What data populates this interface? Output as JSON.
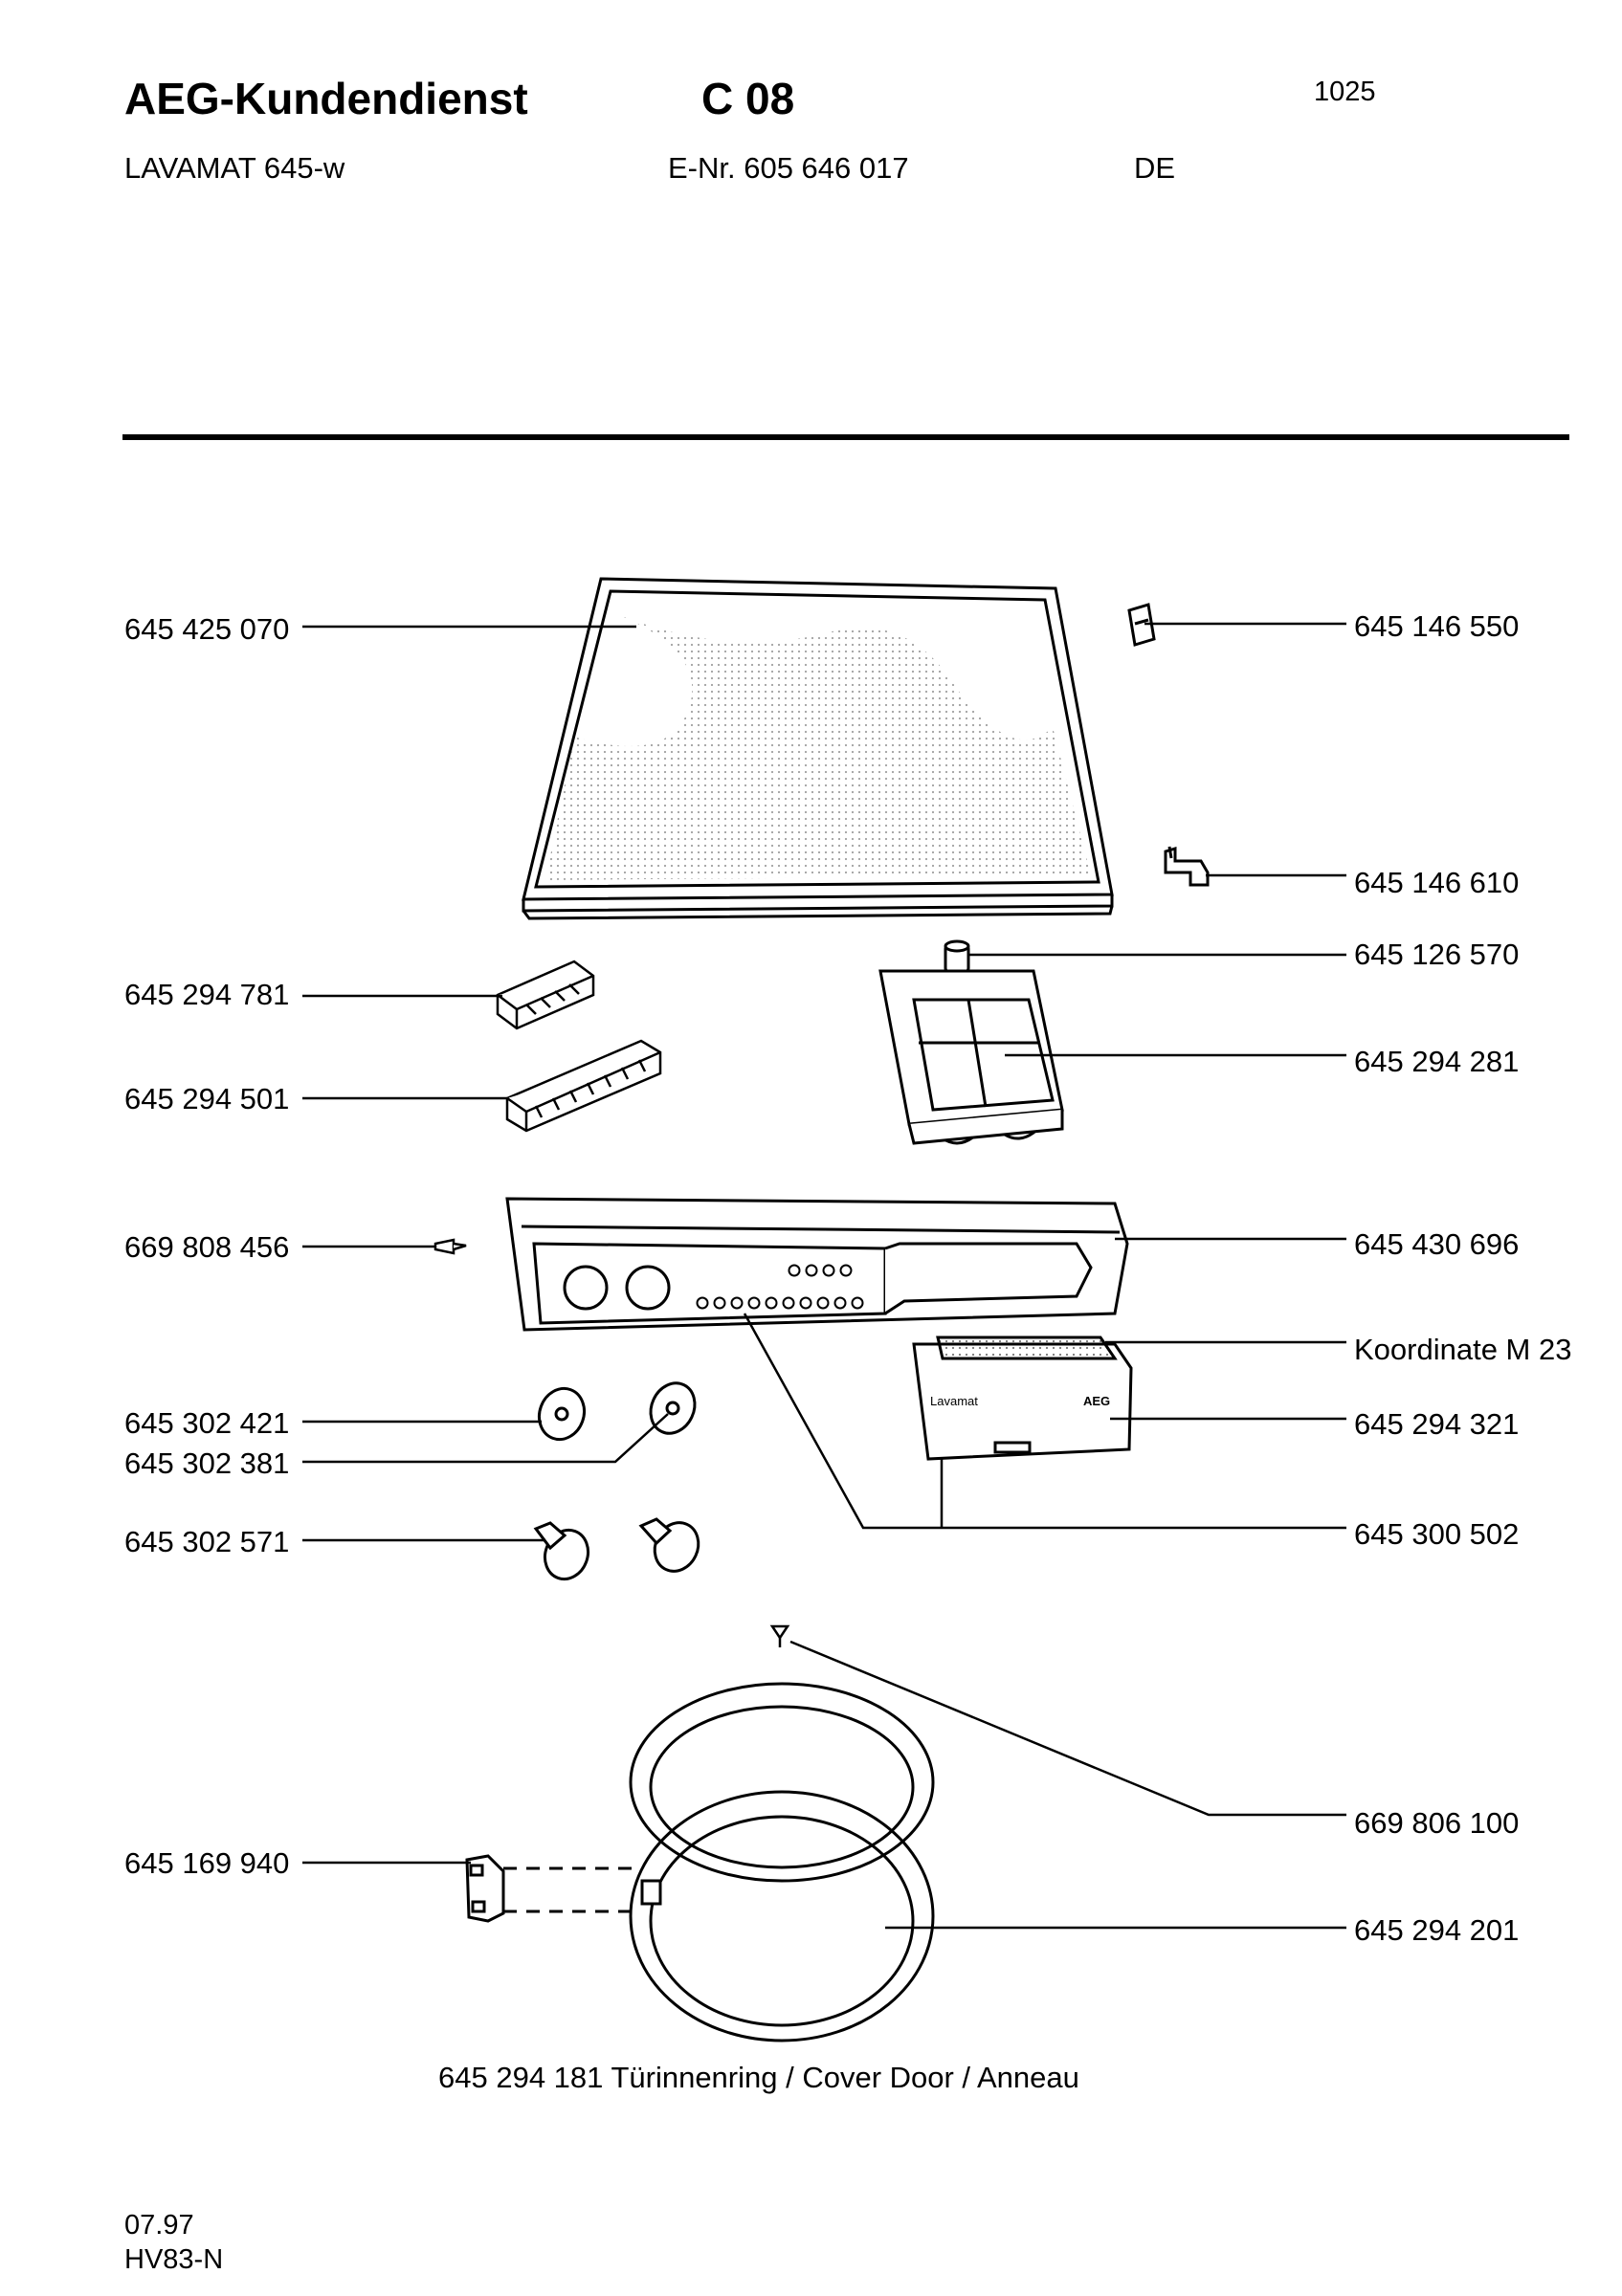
{
  "header": {
    "brand": "AEG-Kundendienst",
    "code": "C 08",
    "page_no": "1025",
    "model": "LAVAMAT 645-w",
    "enr": "E-Nr. 605 646 017",
    "lang": "DE"
  },
  "parts": {
    "top_cover": "645 425 070",
    "clip_top_right": "645 146 550",
    "bracket_right": "645 146 610",
    "plug": "645 126 570",
    "connector_small": "645 294 781",
    "dispenser": "645 294 281",
    "connector_large": "645 294 501",
    "screw_panel": "669 808 456",
    "control_panel": "645 430 696",
    "koordinate": "Koordinate M 23",
    "knob_cap_a": "645 302 421",
    "drawer": "645 294 321",
    "knob_cap_b": "645 302 381",
    "buttons": "645 300 502",
    "knobs": "645 302 571",
    "screw_ring": "669 806 100",
    "hinge": "645 169 940",
    "door_ring": "645 294 201"
  },
  "drawer_text": {
    "left": "Lavamat",
    "right": "AEG"
  },
  "caption": "645 294 181 Türinnenring / Cover Door / Anneau",
  "footer": {
    "date": "07.97",
    "code": "HV83-N"
  }
}
